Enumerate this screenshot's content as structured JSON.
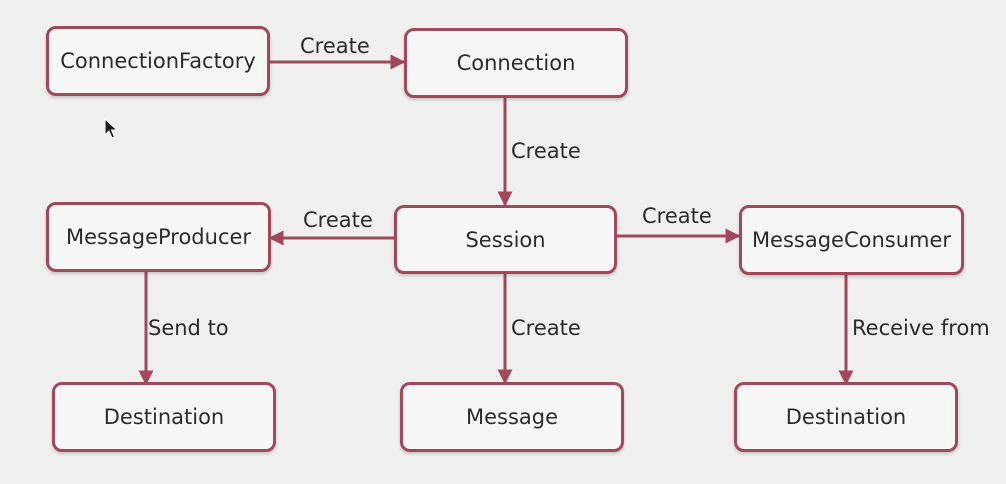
{
  "diagram": {
    "colors": {
      "accent": "#a3485c",
      "background": "#f0f0f0",
      "node_fill": "#f7f7f7",
      "text": "#2b2b2b"
    },
    "nodes": {
      "connection_factory": "ConnectionFactory",
      "connection": "Connection",
      "session": "Session",
      "message_producer": "MessageProducer",
      "message_consumer": "MessageConsumer",
      "destination_left": "Destination",
      "message": "Message",
      "destination_right": "Destination"
    },
    "edges": [
      {
        "from": "connection_factory",
        "to": "connection",
        "label": "Create"
      },
      {
        "from": "connection",
        "to": "session",
        "label": "Create"
      },
      {
        "from": "session",
        "to": "message_producer",
        "label": "Create"
      },
      {
        "from": "session",
        "to": "message_consumer",
        "label": "Create"
      },
      {
        "from": "message_producer",
        "to": "destination_left",
        "label": "Send to"
      },
      {
        "from": "session",
        "to": "message",
        "label": "Create"
      },
      {
        "from": "message_consumer",
        "to": "destination_right",
        "label": "Receive from"
      }
    ]
  }
}
